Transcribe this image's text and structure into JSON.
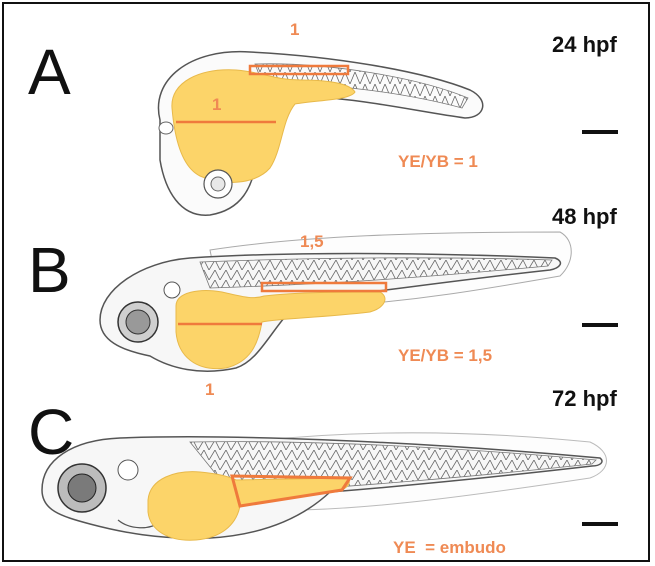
{
  "panels": [
    {
      "letter": "A",
      "stage": "24 hpf",
      "ratio_text": "YE/YB = 1",
      "length_labels": [
        "1",
        "1"
      ]
    },
    {
      "letter": "B",
      "stage": "48 hpf",
      "ratio_text": "YE/YB = 1,5",
      "length_labels": [
        "1,5",
        "1"
      ]
    },
    {
      "letter": "C",
      "stage": "72 hpf",
      "ratio_text": "YE  = embudo",
      "length_labels": []
    }
  ],
  "colors": {
    "yolk_fill": "#fcd469",
    "yolk_stroke": "#e8b94a",
    "annotation": "#ef7a3c",
    "annotation_text": "#ef8a54",
    "drawing_line": "#555555",
    "text": "#111111"
  }
}
